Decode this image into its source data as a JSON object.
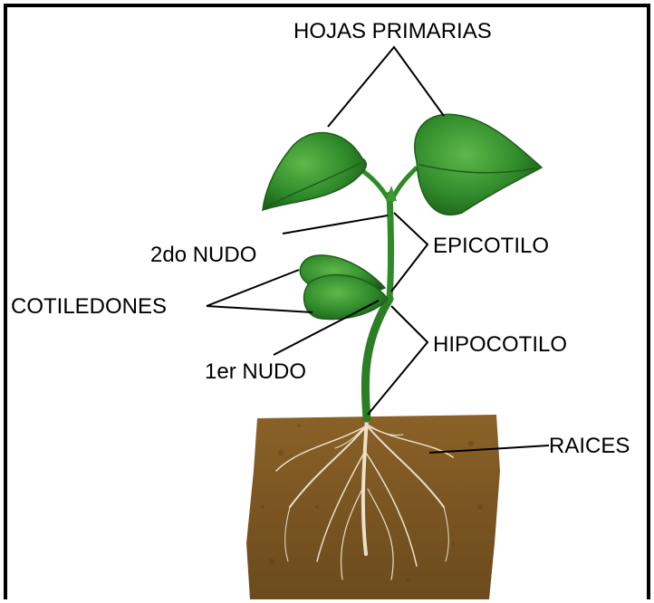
{
  "labels": {
    "primary_leaves": "HOJAS PRIMARIAS",
    "second_node": "2do NUDO",
    "epicotyl": "EPICOTILO",
    "cotyledons": "COTILEDONES",
    "hypocotyl": "HIPOCOTILO",
    "first_node": "1er NUDO",
    "roots": "RAICES"
  },
  "colors": {
    "leaf": "#2f8a2a",
    "leaf_dark": "#1d5e1a",
    "stem": "#2c7d24",
    "soil": "#7a5522",
    "soil_dark": "#5e3f17",
    "root": "#e9dcc3",
    "line": "#000000"
  }
}
